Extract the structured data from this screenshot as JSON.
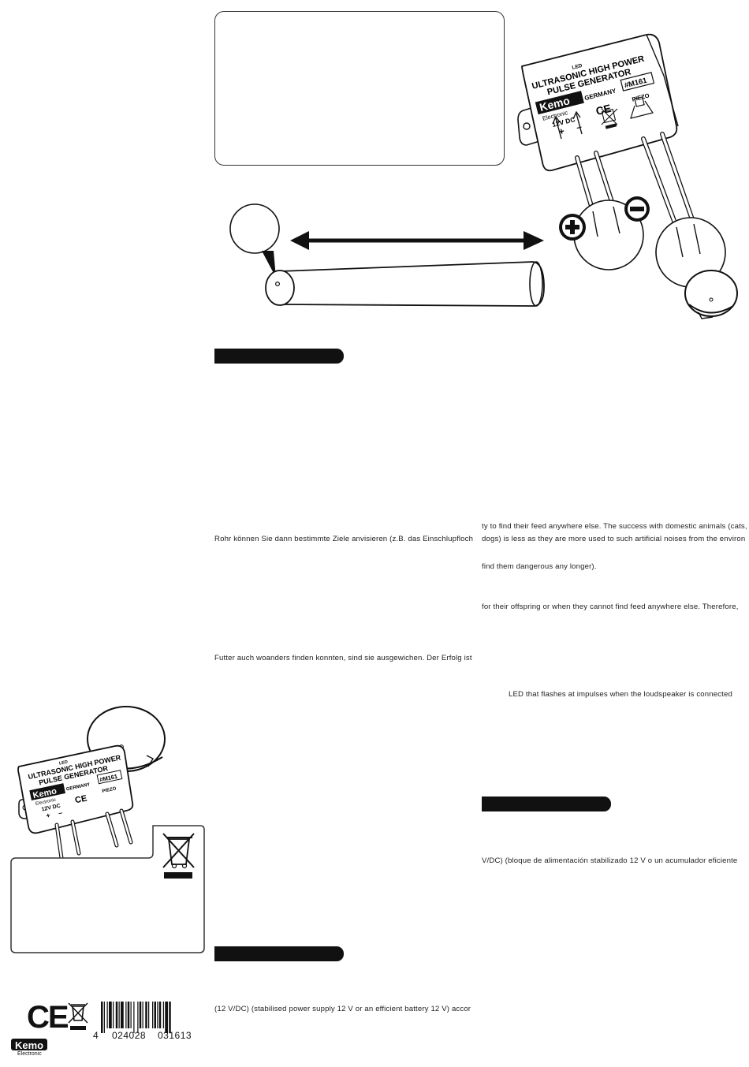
{
  "module": {
    "led_label": "LED",
    "title_line1": "ULTRASONIC HIGH POWER",
    "title_line2": "PULSE GENERATOR",
    "brand": "Kemo",
    "brand_sub": "Electronic",
    "country": "GERMANY",
    "model": "#M161",
    "voltage": "12V DC",
    "plus": "+",
    "minus": "–",
    "ce_mark": "CE",
    "piezo": "PIEZO"
  },
  "text_lines": {
    "de_1": "Rohr können Sie dann bestimmte Ziele anvisieren (z.B. das Einschlupfloch",
    "de_2": "Futter auch woanders finden konnten, sind sie ausgewichen. Der Erfolg ist",
    "en_1": "(12 V/DC) (stabilised power supply 12 V or an efficient battery 12 V) accor",
    "en_2": "ty to find their feed anywhere else. The success with domestic animals (cats,",
    "en_3": "dogs) is less as they are more used to such artificial noises from the environ",
    "en_4": "find them dangerous any longer).",
    "en_5": "for their offspring or when they cannot find feed anywhere else. Therefore,",
    "en_6": "LED that flashes at impulses when the loudspeaker is connected",
    "es_1": "V/DC) (bloque de alimentación stabilizado 12 V o un acumulador eficiente"
  },
  "footer": {
    "ce_mark": "CE",
    "barcode_lead": "4",
    "barcode_left": "024028",
    "barcode_right": "031613",
    "brand": "Kemo",
    "brand_sub": "Electronic"
  },
  "colors": {
    "ink": "#111111",
    "paper": "#ffffff"
  },
  "icons": [
    "weee-bin-icon",
    "plus-circle-icon",
    "minus-circle-icon",
    "piezo-speaker-icon",
    "double-arrow-icon"
  ]
}
